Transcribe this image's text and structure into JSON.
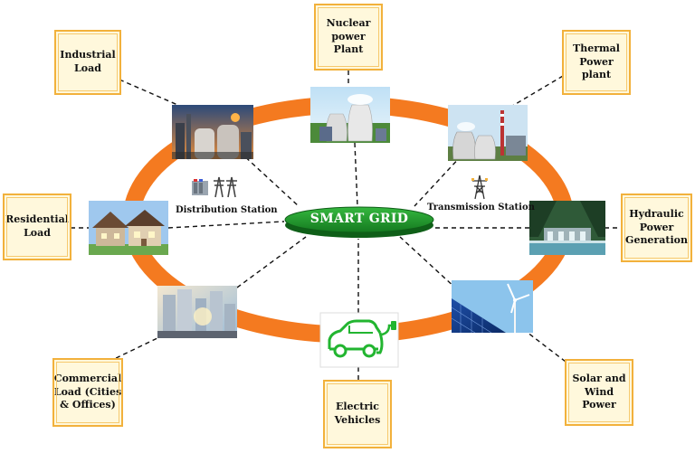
{
  "hub": {
    "label": "SMART GRID"
  },
  "stations": {
    "distribution": "Distribution Station",
    "transmission": "Transmission Station"
  },
  "nodes": [
    {
      "id": "industrial",
      "label": "Industrial\nLoad"
    },
    {
      "id": "nuclear",
      "label": "Nuclear\npower Plant"
    },
    {
      "id": "thermal",
      "label": "Thermal\nPower plant"
    },
    {
      "id": "residential",
      "label": "Residential\nLoad"
    },
    {
      "id": "hydraulic",
      "label": "Hydraulic\nPower\nGeneration"
    },
    {
      "id": "commercial",
      "label": "Commercial\nLoad (Cities\n& Offices)"
    },
    {
      "id": "electric",
      "label": "Electric\nVehicles"
    },
    {
      "id": "solar",
      "label": "Solar and\nWind Power"
    }
  ],
  "colors": {
    "ring": "#f47a20",
    "hub": "#1f8f2a",
    "box_fill": "#fff8dc",
    "box_border": "#f2b13c",
    "ev_icon": "#22b530"
  }
}
